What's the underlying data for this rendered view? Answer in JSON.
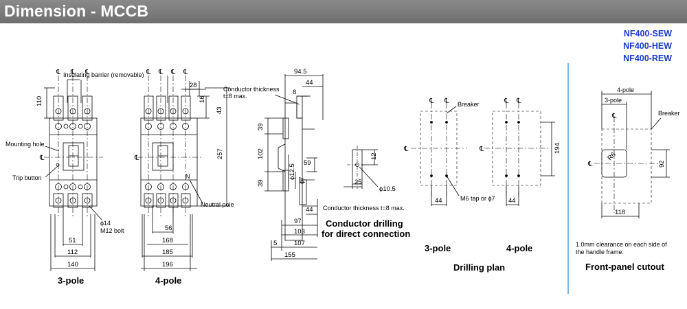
{
  "title": "Dimension - MCCB",
  "models": [
    "NF400-SEW",
    "NF400-HEW",
    "NF400-REW"
  ],
  "pole3": {
    "caption": "3-pole",
    "labels": {
      "insulating_barrier": "Insulating barrier (removable)",
      "mounting_hole": "Mounting hole",
      "trip_button": "Trip button",
      "bolt1": "ϕ14",
      "bolt2": "M12 bolt"
    },
    "dims": {
      "h110": "110",
      "w51": "51",
      "w112": "112",
      "w140": "140"
    }
  },
  "pole4": {
    "caption": "4-pole",
    "labels": {
      "neutral_pole": "Neutral pole",
      "n_mark": "N"
    },
    "dims": {
      "d28": "28",
      "d16": "16",
      "d43": "43",
      "d257": "257",
      "w56": "56",
      "w168": "168",
      "w185": "185",
      "w196": "196"
    }
  },
  "side": {
    "labels": {
      "conductor_thickness1": "Conductor thickness",
      "conductor_thickness2": "t=8 max."
    },
    "dims": {
      "d94_5": "94.5",
      "d44a": "44",
      "d8": "8",
      "d39a": "39",
      "d102": "102",
      "d39b": "39",
      "d12_5": "ϕ12.5",
      "d7": "ϕ7",
      "d59": "59",
      "d44b": "44",
      "d97": "97",
      "d103": "103",
      "d107": "107",
      "d5": "5",
      "d155": "155"
    }
  },
  "conductor": {
    "dims": {
      "d12": "12",
      "d25": "25",
      "d10_5": "ϕ10.5"
    },
    "thickness": "Conductor thickness t=8 max.",
    "caption_line1": "Conductor drilling",
    "caption_line2": "for direct connection"
  },
  "drilling": {
    "breaker": "Breaker",
    "tap": "M6 tap or ϕ7",
    "d44a": "44",
    "d44b": "44",
    "d194": "194",
    "cap3": "3-pole",
    "cap4": "4-pole",
    "caption": "Drilling plan"
  },
  "cutout": {
    "w4": "4-pole",
    "w3": "3-pole",
    "breaker": "Breaker",
    "r6": "R6",
    "d92": "92",
    "d118": "118",
    "note1": "1.0mm clearance on each side of",
    "note2": "the handle frame.",
    "caption": "Front-panel cutout"
  },
  "colors": {
    "title_bg": "#777777",
    "models": "#1a3cc8",
    "divider": "#7bb6e6"
  }
}
